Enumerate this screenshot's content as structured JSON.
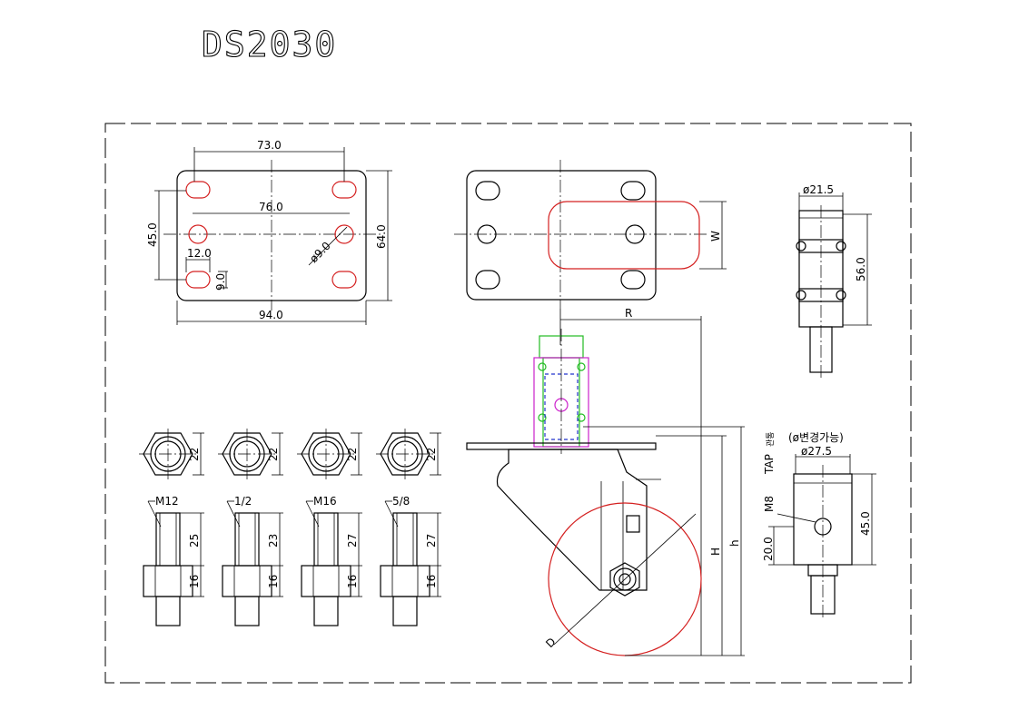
{
  "title": "DS2030",
  "top_plate": {
    "hole_spacing_x": "73.0",
    "inner_spacing": "76.0",
    "hole_spacing_y": "45.0",
    "height": "64.0",
    "width": "94.0",
    "slot_len": "12.0",
    "slot_w": "9.0",
    "hole_dia": "ø9.0"
  },
  "plate_view": {
    "w_label": "W"
  },
  "stem_view": {
    "diameter": "ø21.5",
    "length": "56.0"
  },
  "caster_view": {
    "r_label": "R",
    "H_label": "H",
    "h_label": "h",
    "d_label": "D"
  },
  "nuts": [
    {
      "size": "22"
    },
    {
      "size": "22"
    },
    {
      "size": "22"
    },
    {
      "size": "22"
    }
  ],
  "bolts": [
    {
      "thread": "M12",
      "length": "25",
      "nut_h": "16"
    },
    {
      "thread": "1/2",
      "length": "23",
      "nut_h": "16"
    },
    {
      "thread": "M16",
      "length": "27",
      "nut_h": "16"
    },
    {
      "thread": "5/8",
      "length": "27",
      "nut_h": "16"
    }
  ],
  "tap_view": {
    "note": "(ø변경가능)",
    "diameter": "ø27.5",
    "tap_label": "TAP",
    "tap_note": "관통",
    "bolt": "M8",
    "height": "45.0",
    "offset": "20.0"
  },
  "colors": {
    "outline": "#000000",
    "wheel": "#d42020",
    "stem_top": "#22bb22",
    "stem_mid": "#cc22cc",
    "stem_hidden": "#2233cc"
  }
}
